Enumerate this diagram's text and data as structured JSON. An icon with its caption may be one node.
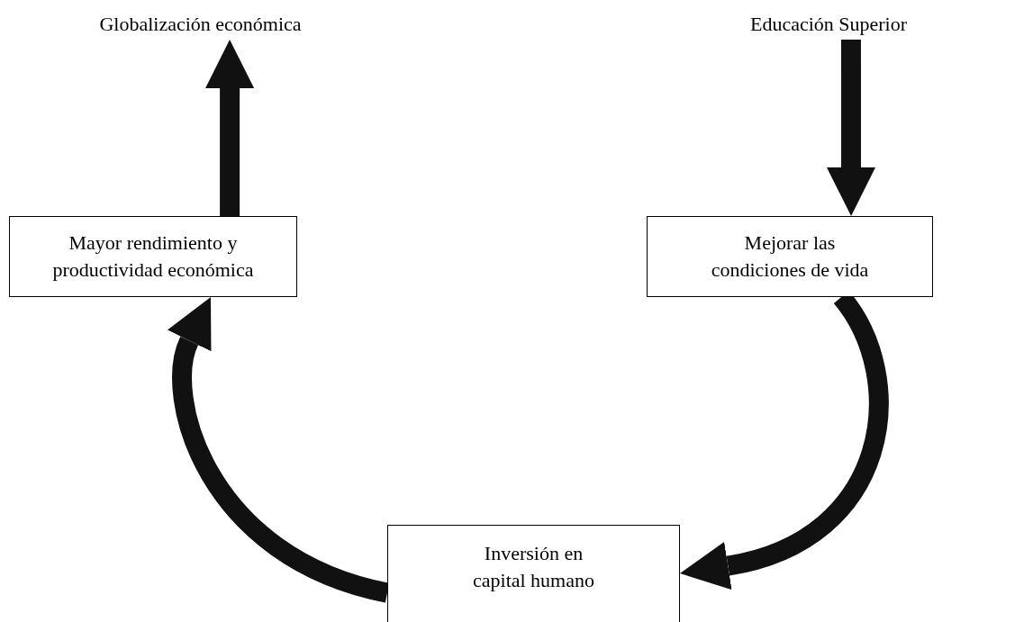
{
  "diagram": {
    "nodes": [
      {
        "text": [
          "Globalización económica"
        ]
      },
      {
        "text": [
          "Educación Superior"
        ]
      },
      {
        "text": [
          "Mayor rendimiento y productividad económica"
        ]
      },
      {
        "text": [
          "Mejorar las condiciones de vida"
        ]
      },
      {
        "text": [
          "Inversión en capital humano"
        ]
      }
    ],
    "edges": [
      {
        "from": 2,
        "to": 0,
        "arrow": "to"
      },
      {
        "from": 1,
        "to": 3,
        "arrow": "to"
      },
      {
        "from": 3,
        "to": 4,
        "arrow": "to"
      },
      {
        "from": 4,
        "to": 2,
        "arrow": "to"
      }
    ]
  }
}
